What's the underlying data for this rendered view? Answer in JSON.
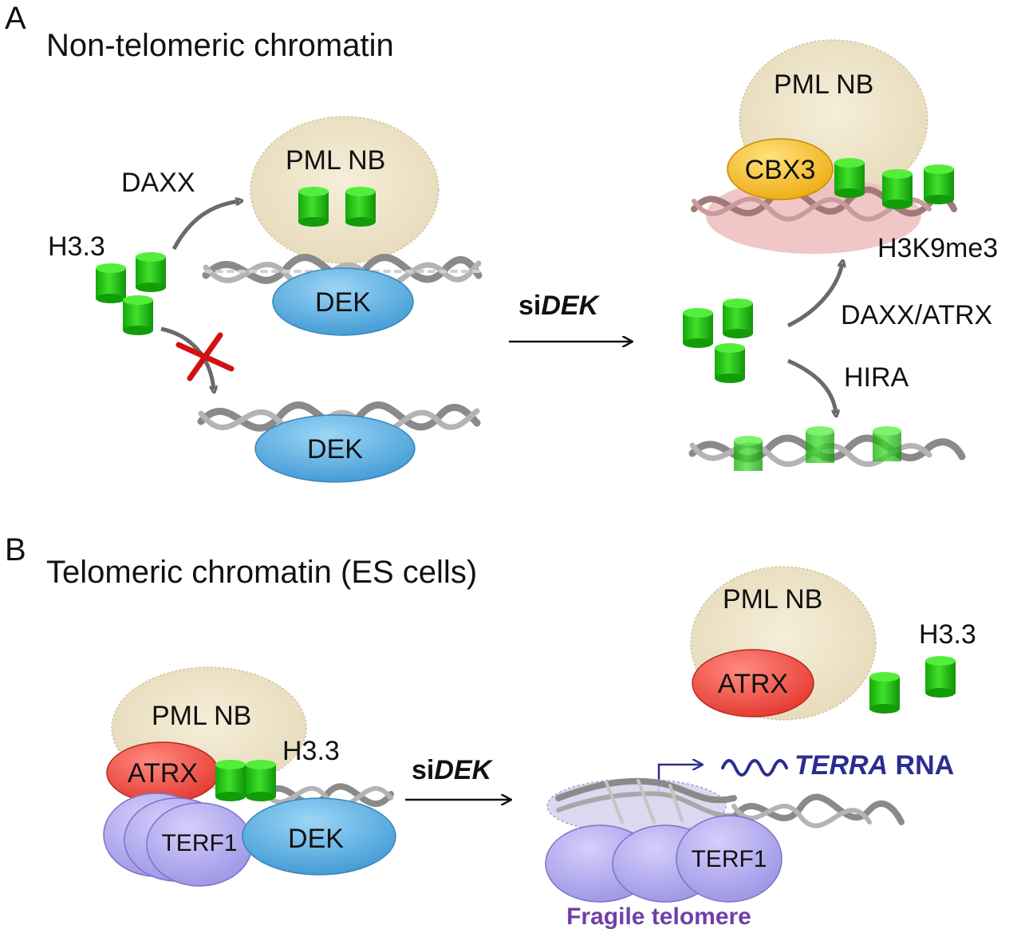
{
  "panel_a": {
    "letter": "A",
    "title": "Non-telomeric chromatin",
    "left": {
      "pml_nb": "PML NB",
      "daxx": "DAXX",
      "h33": "H3.3",
      "dek_top": "DEK",
      "dek_bottom": "DEK"
    },
    "treatment": {
      "prefix": "si",
      "gene": "DEK"
    },
    "right": {
      "pml_nb": "PML NB",
      "cbx3": "CBX3",
      "h3k9me3": "H3K9me3",
      "daxx_atrx": "DAXX/ATRX",
      "hira": "HIRA"
    }
  },
  "panel_b": {
    "letter": "B",
    "title": "Telomeric chromatin (ES cells)",
    "left": {
      "pml_nb": "PML NB",
      "atrx": "ATRX",
      "h33": "H3.3",
      "terf1": "TERF1",
      "dek": "DEK"
    },
    "treatment": {
      "prefix": "si",
      "gene": "DEK"
    },
    "right": {
      "pml_nb": "PML NB",
      "atrx": "ATRX",
      "h33": "H3.3",
      "terra_italic": "TERRA",
      "terra_rest": " RNA",
      "terf1": "TERF1",
      "fragile": "Fragile telomere"
    }
  },
  "colors": {
    "pml_nb_fill": "#ede3c6",
    "dek_fill": "#5aaee0",
    "atrx_fill": "#ee4a40",
    "cbx3_fill": "#f3b416",
    "terf1_fill": "#b2a9ee",
    "histone_green": "#22c40f",
    "heterochromatin_pink": "#eebcbc",
    "dna_gray": "#8a8a8a",
    "arrow_gray": "#6a6a6a",
    "terra_blue": "#2b2d8f",
    "fragile_purple": "#7040a8",
    "cross_red": "#d11111"
  }
}
